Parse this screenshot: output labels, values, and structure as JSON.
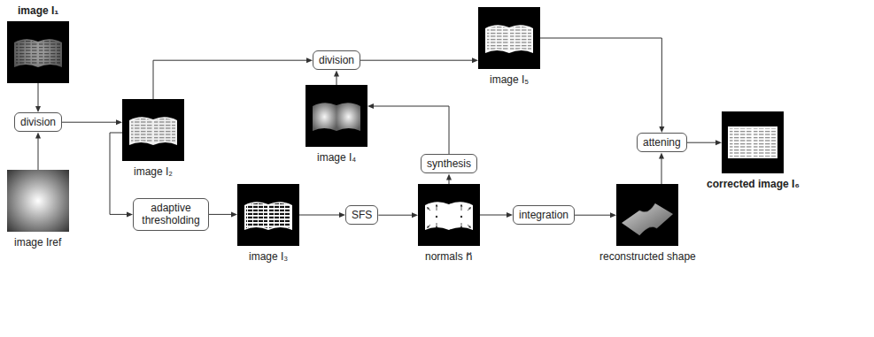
{
  "diagram": {
    "nodes": [
      {
        "text": [
          "image I₁"
        ]
      },
      {
        "text": [
          "division"
        ]
      },
      {
        "text": [
          "image Iref"
        ]
      },
      {
        "text": [
          "image I₂"
        ]
      },
      {
        "text": [
          "division"
        ]
      },
      {
        "text": [
          "image I₄"
        ]
      },
      {
        "text": [
          "image I₅"
        ]
      },
      {
        "text": [
          "synthesis"
        ]
      },
      {
        "text": [
          "attening"
        ]
      },
      {
        "text": [
          "corrected image I₆"
        ]
      },
      {
        "text": [
          "adaptive thresholding"
        ]
      },
      {
        "text": [
          "image I₃"
        ]
      },
      {
        "text": [
          "SFS"
        ]
      },
      {
        "text": [
          "normals n⃡"
        ]
      },
      {
        "text": [
          "integration"
        ]
      },
      {
        "text": [
          "reconstructed shape"
        ]
      }
    ],
    "edges": [
      {
        "from": 0,
        "to": 1,
        "arrow": "to"
      },
      {
        "from": 2,
        "to": 1,
        "arrow": "to"
      },
      {
        "from": 1,
        "to": 3,
        "arrow": "to"
      },
      {
        "from": 3,
        "to": 4,
        "arrow": "to"
      },
      {
        "from": 5,
        "to": 4,
        "arrow": "to"
      },
      {
        "from": 4,
        "to": 6,
        "arrow": "to"
      },
      {
        "from": 13,
        "to": 7,
        "arrow": "to"
      },
      {
        "from": 7,
        "to": 5,
        "arrow": "to"
      },
      {
        "from": 6,
        "to": 8,
        "arrow": "to"
      },
      {
        "from": 15,
        "to": 8,
        "arrow": "to"
      },
      {
        "from": 8,
        "to": 9,
        "arrow": "to"
      },
      {
        "from": 3,
        "to": 10,
        "arrow": "to"
      },
      {
        "from": 10,
        "to": 11,
        "arrow": "to"
      },
      {
        "from": 11,
        "to": 12,
        "arrow": "to"
      },
      {
        "from": 12,
        "to": 13,
        "arrow": "to"
      },
      {
        "from": 13,
        "to": 14,
        "arrow": "to"
      },
      {
        "from": 14,
        "to": 15,
        "arrow": "to"
      }
    ]
  }
}
